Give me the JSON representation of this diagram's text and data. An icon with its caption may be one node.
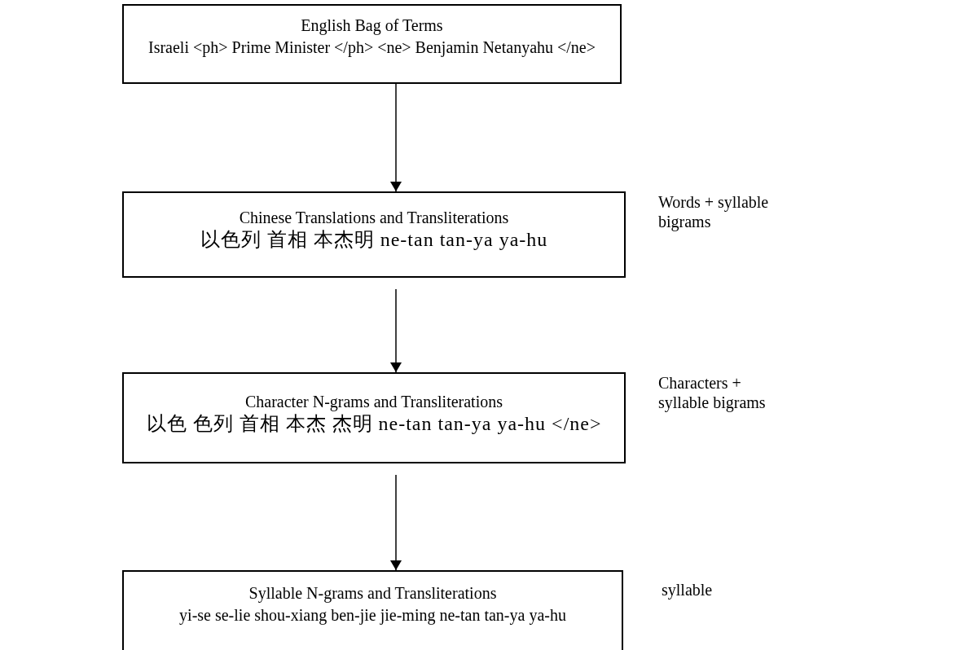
{
  "diagram": {
    "nodes": [
      {
        "text": [
          "English Bag of Terms",
          "Israeli <ph> Prime Minister </ph> <ne> Benjamin Netanyahu </ne>"
        ]
      },
      {
        "text": [
          "Chinese Translations and Transliterations",
          "以色列 首相 本杰明 ne-tan tan-ya ya-hu"
        ],
        "beside": [
          "Words + syllable bigrams"
        ]
      },
      {
        "text": [
          "Character N-grams and Transliterations",
          "以色 色列 首相 本杰 杰明 ne-tan tan-ya ya-hu </ne>"
        ],
        "beside": [
          "Characters + syllable bigrams"
        ]
      },
      {
        "text": [
          "Syllable N-grams and Transliterations",
          "yi-se se-lie shou-xiang ben-jie jie-ming ne-tan tan-ya ya-hu"
        ],
        "beside": [
          "syllable"
        ]
      }
    ],
    "edges": [
      {
        "from": 0,
        "to": 1,
        "arrow": "to"
      },
      {
        "from": 1,
        "to": 2,
        "arrow": "to"
      },
      {
        "from": 2,
        "to": 3,
        "arrow": "to"
      }
    ]
  }
}
